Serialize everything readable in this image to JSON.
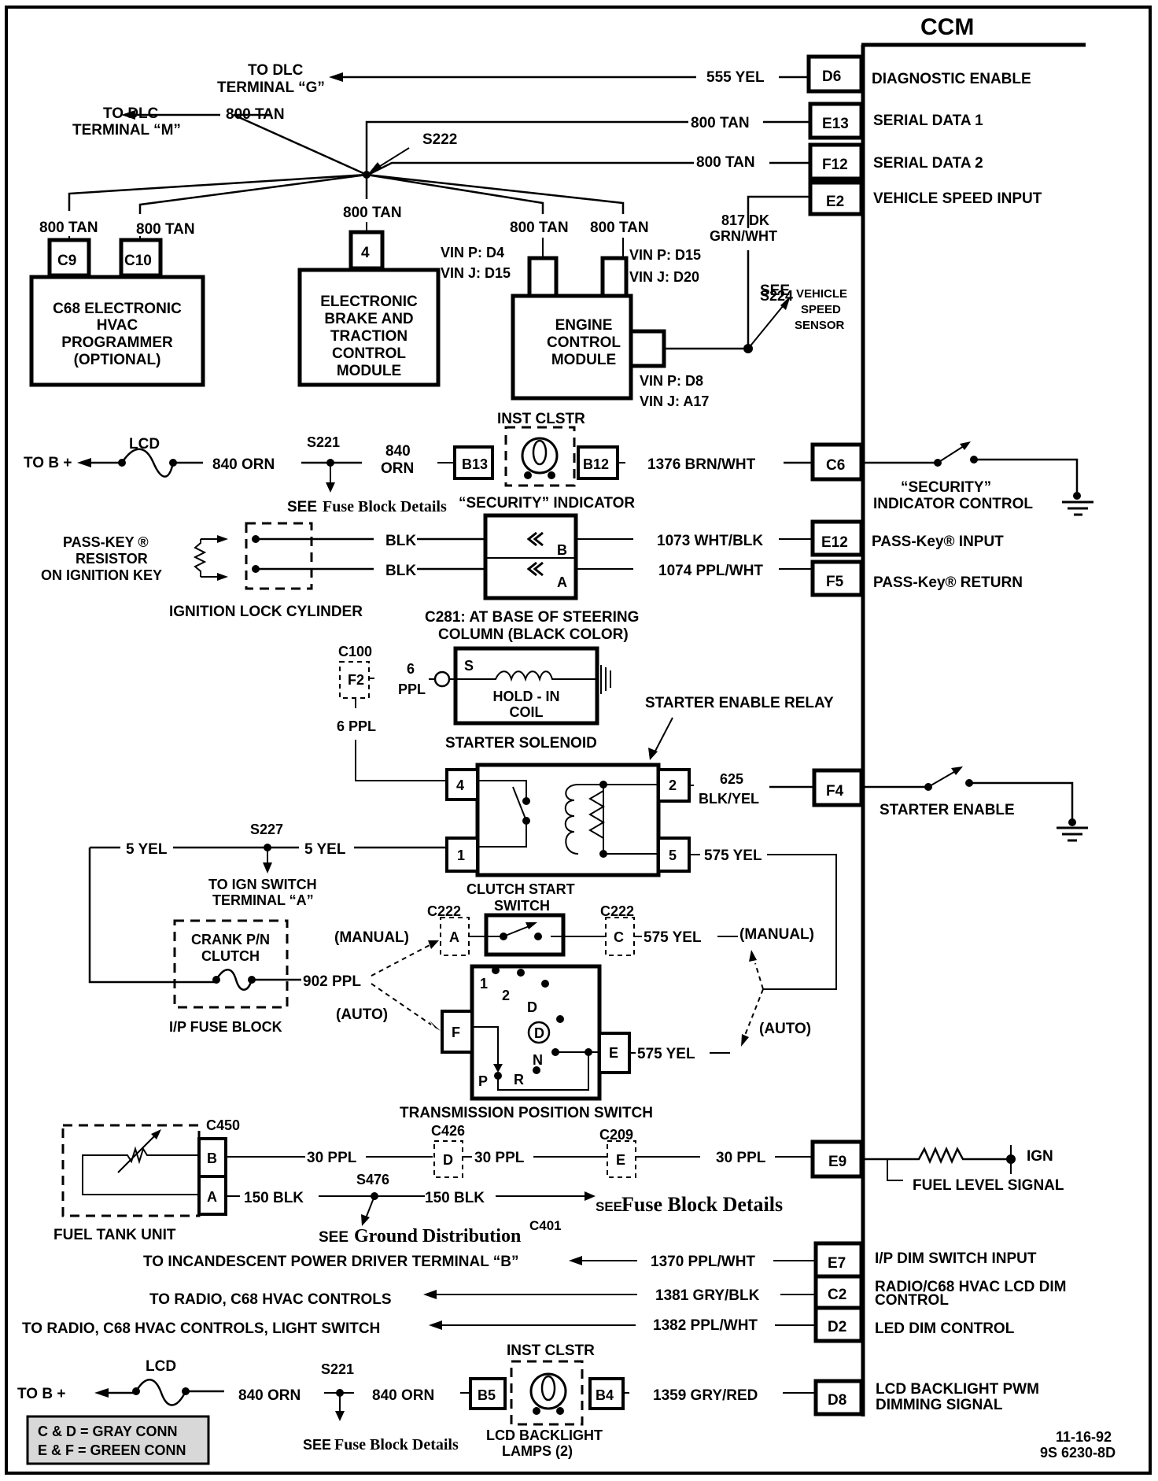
{
  "ccm": {
    "title": "CCM",
    "pins": [
      {
        "pin": "D6",
        "label": "DIAGNOSTIC ENABLE",
        "wire": "555 YEL"
      },
      {
        "pin": "E13",
        "label": "SERIAL DATA 1",
        "wire": "800 TAN"
      },
      {
        "pin": "F12",
        "label": "SERIAL DATA 2",
        "wire": "800 TAN"
      },
      {
        "pin": "E2",
        "label": "VEHICLE SPEED INPUT",
        "wire": "817 DK",
        "wire2": "GRN/WHT"
      },
      {
        "pin": "C6",
        "label": "“SECURITY”",
        "label2": "INDICATOR CONTROL",
        "wire": "1376 BRN/WHT"
      },
      {
        "pin": "E12",
        "label": "PASS-Key® INPUT",
        "wire": "1073 WHT/BLK"
      },
      {
        "pin": "F5",
        "label": "PASS-Key® RETURN",
        "wire": "1074 PPL/WHT"
      },
      {
        "pin": "F4",
        "label": "STARTER ENABLE",
        "wire": "625",
        "wire2": "BLK/YEL"
      },
      {
        "pin": "E9",
        "label": "FUEL LEVEL SIGNAL",
        "wire": "30 PPL",
        "extra": "IGN"
      },
      {
        "pin": "E7",
        "label": "I/P DIM SWITCH INPUT",
        "wire": "1370 PPL/WHT"
      },
      {
        "pin": "C2",
        "label": "RADIO/C68 HVAC LCD DIM",
        "label2": "CONTROL",
        "wire": "1381 GRY/BLK"
      },
      {
        "pin": "D2",
        "label": "LED DIM CONTROL",
        "wire": "1382 PPL/WHT"
      },
      {
        "pin": "D8",
        "label": "LCD BACKLIGHT PWM",
        "label2": "DIMMING SIGNAL",
        "wire": "1359 GRY/RED"
      }
    ]
  },
  "serial": {
    "to_dlc_g": [
      "TO DLC",
      "TERMINAL “G”"
    ],
    "to_dlc_m": [
      "TO DLC",
      "TERMINAL “M”"
    ],
    "wire": "800 TAN",
    "splice": "S222",
    "hvac": {
      "pins": [
        "C9",
        "C10"
      ],
      "name": [
        "C68 ELECTRONIC",
        "HVAC",
        "PROGRAMMER",
        "(OPTIONAL)"
      ]
    },
    "ebtcm": {
      "pin": "4",
      "name": [
        "ELECTRONIC",
        "BRAKE AND",
        "TRACTION",
        "CONTROL",
        "MODULE"
      ]
    },
    "ecm": {
      "name": [
        "ENGINE",
        "CONTROL",
        "MODULE"
      ],
      "pin1": [
        "VIN P: D4",
        "VIN J: D15"
      ],
      "pin2": [
        "VIN P: D15",
        "VIN J: D20"
      ],
      "pin3": [
        "VIN P: D8",
        "VIN J: A17"
      ]
    },
    "vss": {
      "see": "SEE",
      "target": [
        "VEHICLE",
        "SPEED",
        "SENSOR"
      ],
      "splice": "S224"
    }
  },
  "security": {
    "to_b": "TO B +",
    "fuse": "LCD",
    "wire": "840 ORN",
    "wire_b": [
      "840",
      "ORN"
    ],
    "splice": "S221",
    "see": "SEE",
    "see_target": "Fuse Block Details",
    "cluster": "INST CLSTR",
    "pins": [
      "B13",
      "B12"
    ],
    "indicator": "“SECURITY” INDICATOR"
  },
  "passkey": {
    "resistor": [
      "PASS-KEY ®",
      "RESISTOR",
      "ON IGNITION KEY"
    ],
    "cylinder": "IGNITION LOCK CYLINDER",
    "wire": "BLK",
    "conn_pins": [
      "B",
      "A"
    ],
    "connector": [
      "C281: AT BASE OF STEERING",
      "COLUMN (BLACK COLOR)"
    ]
  },
  "starter": {
    "c100": "C100",
    "f2": "F2",
    "wire_a": [
      "6",
      "PPL"
    ],
    "wire_b": "6 PPL",
    "s": "S",
    "coil": [
      "HOLD - IN",
      "COIL"
    ],
    "solenoid": "STARTER SOLENOID",
    "relay_label": "STARTER ENABLE RELAY",
    "relay_pins": [
      "4",
      "1",
      "2",
      "5"
    ],
    "wire_5yel": "5 YEL",
    "splice": "S227",
    "to_ign": [
      "TO IGN SWITCH",
      "TERMINAL “A”"
    ],
    "wire_575": "575 YEL",
    "clutch": [
      "CLUTCH START",
      "SWITCH"
    ],
    "c222": "C222",
    "c222_pins": [
      "A",
      "C"
    ],
    "manual": "(MANUAL)",
    "auto": "(AUTO)",
    "crank": [
      "CRANK P/N",
      "CLUTCH"
    ],
    "fuse_block": "I/P FUSE BLOCK",
    "wire_902": "902 PPL",
    "tps": "TRANSMISSION POSITION SWITCH",
    "tps_pins": [
      "F",
      "E"
    ],
    "positions": [
      "1",
      "2",
      "D",
      "D",
      "N",
      "P",
      "R"
    ]
  },
  "fuel": {
    "c450": "C450",
    "pins": [
      "B",
      "A"
    ],
    "unit": "FUEL TANK UNIT",
    "wire_30": "30 PPL",
    "wire_150": "150 BLK",
    "c426": "C426",
    "c426_pin": "D",
    "c209": "C209",
    "c209_pin": "E",
    "splice": "S476",
    "see": "SEE",
    "see_ground": "Ground Distribution",
    "see_fuse": "Fuse Block Details",
    "c401": "C401"
  },
  "dimming": {
    "to_ipd": "TO INCANDESCENT POWER DRIVER TERMINAL “B”",
    "to_radio": "TO RADIO, C68 HVAC CONTROLS",
    "to_radio_ls": "TO RADIO,  C68 HVAC CONTROLS, LIGHT SWITCH"
  },
  "backlight": {
    "to_b": "TO B +",
    "fuse": "LCD",
    "wire": "840 ORN",
    "splice": "S221",
    "see": "SEE",
    "see_target": "Fuse Block Details",
    "cluster": "INST CLSTR",
    "pins": [
      "B5",
      "B4"
    ],
    "lamps": [
      "LCD BACKLIGHT",
      "LAMPS (2)"
    ]
  },
  "legend": [
    "C & D = GRAY CONN",
    "E & F = GREEN CONN"
  ],
  "footer": [
    "11-16-92",
    "9S 6230-8D"
  ]
}
